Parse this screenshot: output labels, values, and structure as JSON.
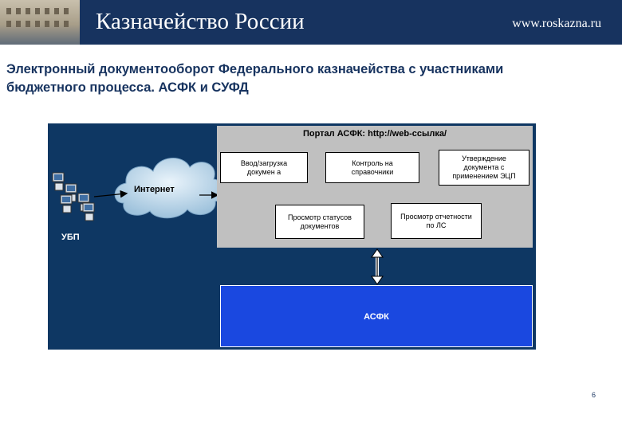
{
  "header": {
    "title": "Казначейство России",
    "site": "www.roskazna.ru"
  },
  "slide": {
    "title": "Электронный документооборот Федерального казначейства с участниками бюджетного процесса. АСФК и СУФД",
    "page_number": "6"
  },
  "diagram": {
    "portal_title": "Портал АСФК: http://web-ссылка/",
    "boxes": {
      "upload": "Ввод/загрузка\nдокумен а",
      "control": "Контроль на\nсправочники",
      "approve": "Утверждение\nдокумента с\nприменением ЭЦП",
      "status": "Просмотр статусов\nдокументов",
      "reports": "Просмотр отчетности\nпо ЛС"
    },
    "internet_label": "Интернет",
    "ubp_label": "УБП",
    "asfk_label": "АСФК",
    "colors": {
      "header_bg": "#17335f",
      "diagram_bg": "#0e3763",
      "portal_bg": "#c0c0c0",
      "asfk_bg": "#1a48e0",
      "title_text": "#17335f"
    }
  }
}
